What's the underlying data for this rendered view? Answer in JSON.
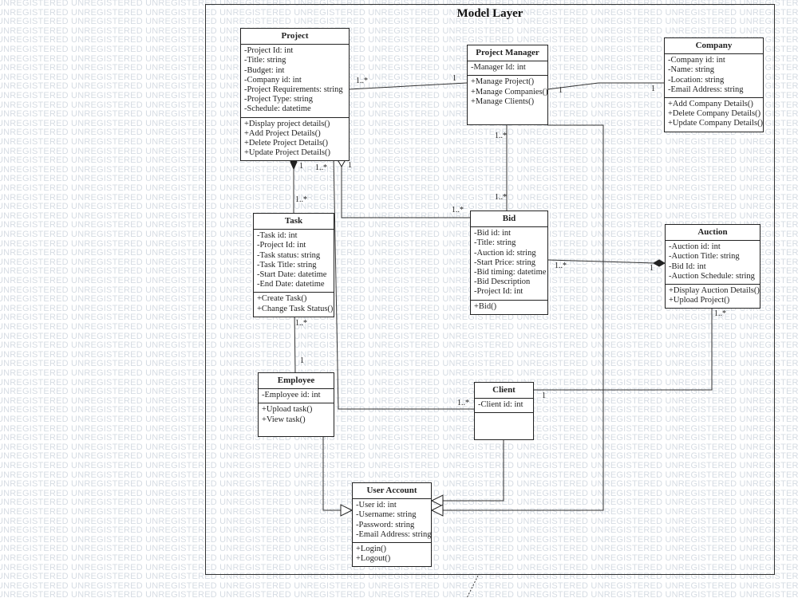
{
  "diagram": {
    "title": "Model Layer",
    "watermark": "UNREGISTERED",
    "classes": {
      "project": {
        "name": "Project",
        "attributes": [
          "-Project Id: int",
          "-Title: string",
          "-Budget: int",
          "-Company id: int",
          "-Project Requirements: string",
          "-Project Type: string",
          "-Schedule: datetime"
        ],
        "methods": [
          "+Display project details()",
          "+Add Project Details()",
          "+Delete Project Details()",
          "+Update Project Details()"
        ]
      },
      "project_manager": {
        "name": "Project Manager",
        "attributes": [
          "-Manager Id: int"
        ],
        "methods": [
          "+Manage Project()",
          "+Manage Companies()",
          "+Manage Clients()"
        ]
      },
      "company": {
        "name": "Company",
        "attributes": [
          "-Company id: int",
          "-Name: string",
          "-Location: string",
          "-Email Address: string"
        ],
        "methods": [
          "+Add Company Details()",
          "+Delete Company Details()",
          "+Update Company Details()"
        ]
      },
      "task": {
        "name": "Task",
        "attributes": [
          "-Task id: int",
          "-Project Id: int",
          "-Task status: string",
          "-Task Title: string",
          "-Start Date: datetime",
          "-End Date: datetime"
        ],
        "methods": [
          "+Create Task()",
          "+Change Task Status()"
        ]
      },
      "bid": {
        "name": "Bid",
        "attributes": [
          "-Bid id: int",
          "-Title: string",
          "-Auction id: string",
          "-Start Price: string",
          "-Bid timing: datetime",
          "-Bid Description",
          "-Project Id: int"
        ],
        "methods": [
          "+Bid()"
        ]
      },
      "auction": {
        "name": "Auction",
        "attributes": [
          "-Auction id: int",
          "-Auction Title: string",
          "-Bid Id: int",
          "-Auction Schedule: string"
        ],
        "methods": [
          "+Display Auction Details()",
          "+Upload Project()"
        ]
      },
      "employee": {
        "name": "Employee",
        "attributes": [
          "-Employee id: int"
        ],
        "methods": [
          "+Upload task()",
          "+View task()"
        ]
      },
      "client": {
        "name": "Client",
        "attributes": [
          "-Client id: int"
        ],
        "methods": []
      },
      "user_account": {
        "name": "User Account",
        "attributes": [
          "-User id: int",
          "-Username: string",
          "-Password: string",
          "-Email Address: string"
        ],
        "methods": [
          "+Login()",
          "+Logout()"
        ]
      }
    },
    "multiplicities": {
      "project_pm_project": "1..*",
      "project_pm_pm": "1",
      "pm_company_pm": "1",
      "pm_company_company": "1",
      "project_task_project": "1",
      "project_task_task": "1..*",
      "project_bid_project": "1",
      "project_bid_bid": "1..*",
      "project_client_project": "1..*",
      "pm_bid_pm": "1..*",
      "pm_bid_bid": "1..*",
      "bid_auction_bid": "1..*",
      "bid_auction_auction": "1",
      "task_employee_task": "1..*",
      "task_employee_employee": "1",
      "client_auction_client": "1",
      "client_auction_auction": "1..*",
      "project_client_client": "1..*"
    }
  }
}
